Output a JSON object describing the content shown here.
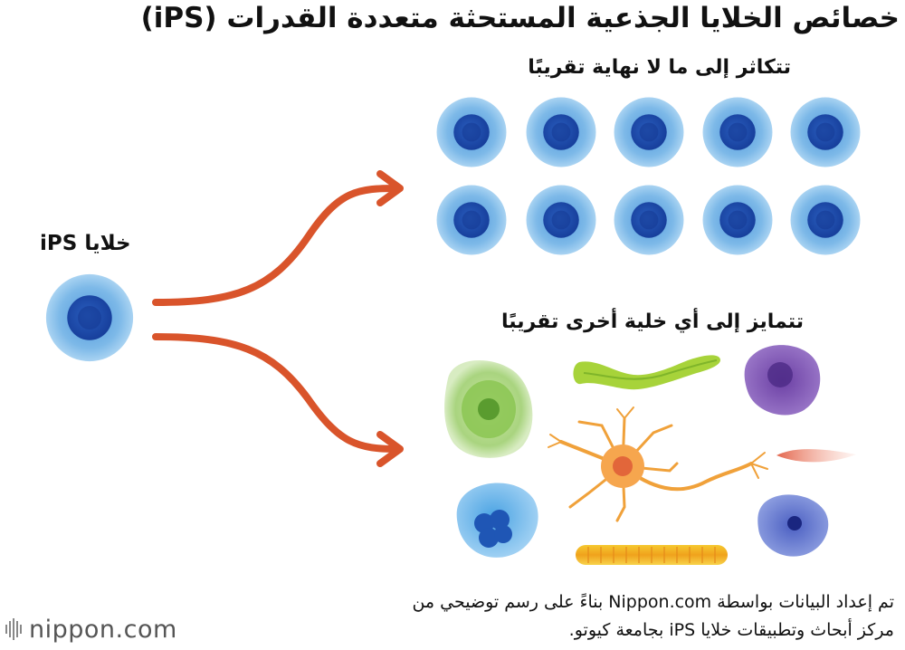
{
  "title": "خصائص الخلايا الجذعية المستحثة متعددة القدرات (iPS)",
  "labels": {
    "ips_cell": "خلايا iPS",
    "proliferate": "تتكاثر إلى ما لا نهاية تقريبًا",
    "differentiate": "تتمايز إلى أي خلية أخرى تقريبًا"
  },
  "footer": {
    "line1": "تم إعداد البيانات بواسطة Nippon.com بناءً على رسم توضيحي من",
    "line2": "مركز أبحاث وتطبيقات خلايا iPS بجامعة كيوتو."
  },
  "logo": {
    "text": "nippon",
    "suffix": ".com"
  },
  "colors": {
    "arrow": "#d9542b",
    "ips_outer": "#6fb3e6",
    "ips_inner": "#1e55b3"
  },
  "icons": {
    "ips": "ips-cell-icon",
    "grid": "proliferated-cell-icon",
    "arrows": "arrow-icon",
    "differentiated": [
      "plant-cell-icon",
      "green-fiber-icon",
      "purple-cell-icon",
      "neuron-icon",
      "red-streak-icon",
      "blue-cell-icon",
      "blue-purple-cell-icon",
      "muscle-fiber-icon"
    ]
  }
}
